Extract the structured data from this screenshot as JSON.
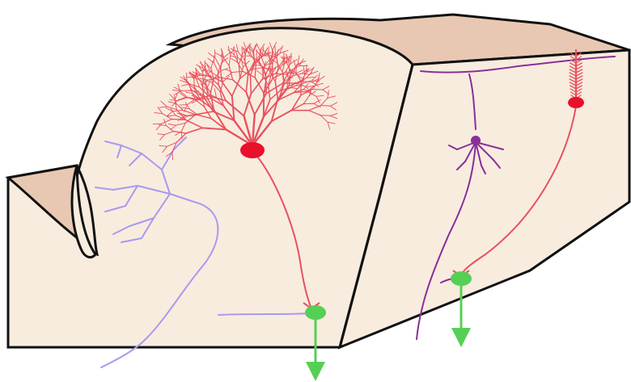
{
  "diagram": {
    "subject": "cerebellar-cortex-folium-block",
    "text_labels": [],
    "colors": {
      "tissue": "#f8ecde",
      "cut_face_top": "#e9c8b3",
      "outline": "#111111",
      "purkinje": "#e8505e",
      "purkinje_soma": "#e8102a",
      "climbing_fiber": "#a79af0",
      "basket_cell": "#8a2f9a",
      "golgi_cell": "#8a2f9a",
      "output_synapse": "#56cf55",
      "output_arrow": "#56cf55"
    },
    "elements": [
      "folium-block",
      "purkinje-cell-large",
      "climbing-fiber",
      "inhibitory-interneuron",
      "purkinje-cell-edge-on",
      "output-synapse-left",
      "output-synapse-right",
      "output-arrow-left",
      "output-arrow-right"
    ]
  }
}
